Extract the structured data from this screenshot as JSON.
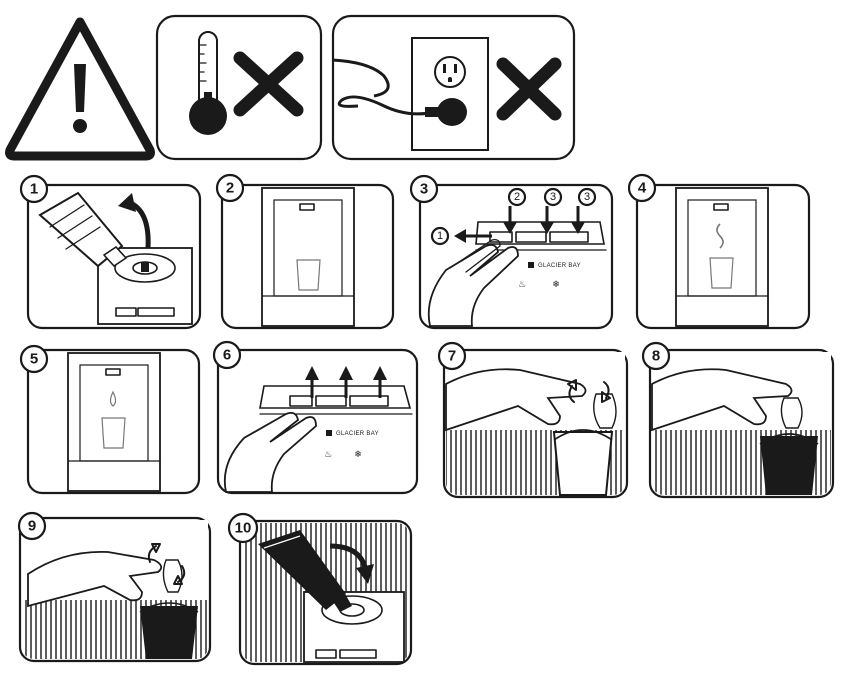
{
  "warnings": {
    "caution_icon": "warning-triangle-icon",
    "items": [
      {
        "icon": "thermometer-icon",
        "mark": "prohibited-x-icon"
      },
      {
        "icon": "power-plug-outlet-icon",
        "mark": "prohibited-x-icon"
      }
    ]
  },
  "steps": [
    {
      "number": "1",
      "icon": "bottle-removal-icon"
    },
    {
      "number": "2",
      "icon": "cup-under-spout-icon"
    },
    {
      "number": "3",
      "icon": "press-buttons-icon",
      "sub_numbers": [
        "1",
        "2",
        "3",
        "3"
      ],
      "brand": "GLACIER BAY"
    },
    {
      "number": "4",
      "icon": "hot-water-cup-icon"
    },
    {
      "number": "5",
      "icon": "drip-cup-icon"
    },
    {
      "number": "6",
      "icon": "release-buttons-icon",
      "brand": "GLACIER BAY"
    },
    {
      "number": "7",
      "icon": "unscrew-cap-icon"
    },
    {
      "number": "8",
      "icon": "drain-icon"
    },
    {
      "number": "9",
      "icon": "rescrew-cap-icon"
    },
    {
      "number": "10",
      "icon": "bottle-install-icon"
    }
  ],
  "colors": {
    "ink": "#1a1a1a",
    "paper": "#ffffff"
  }
}
